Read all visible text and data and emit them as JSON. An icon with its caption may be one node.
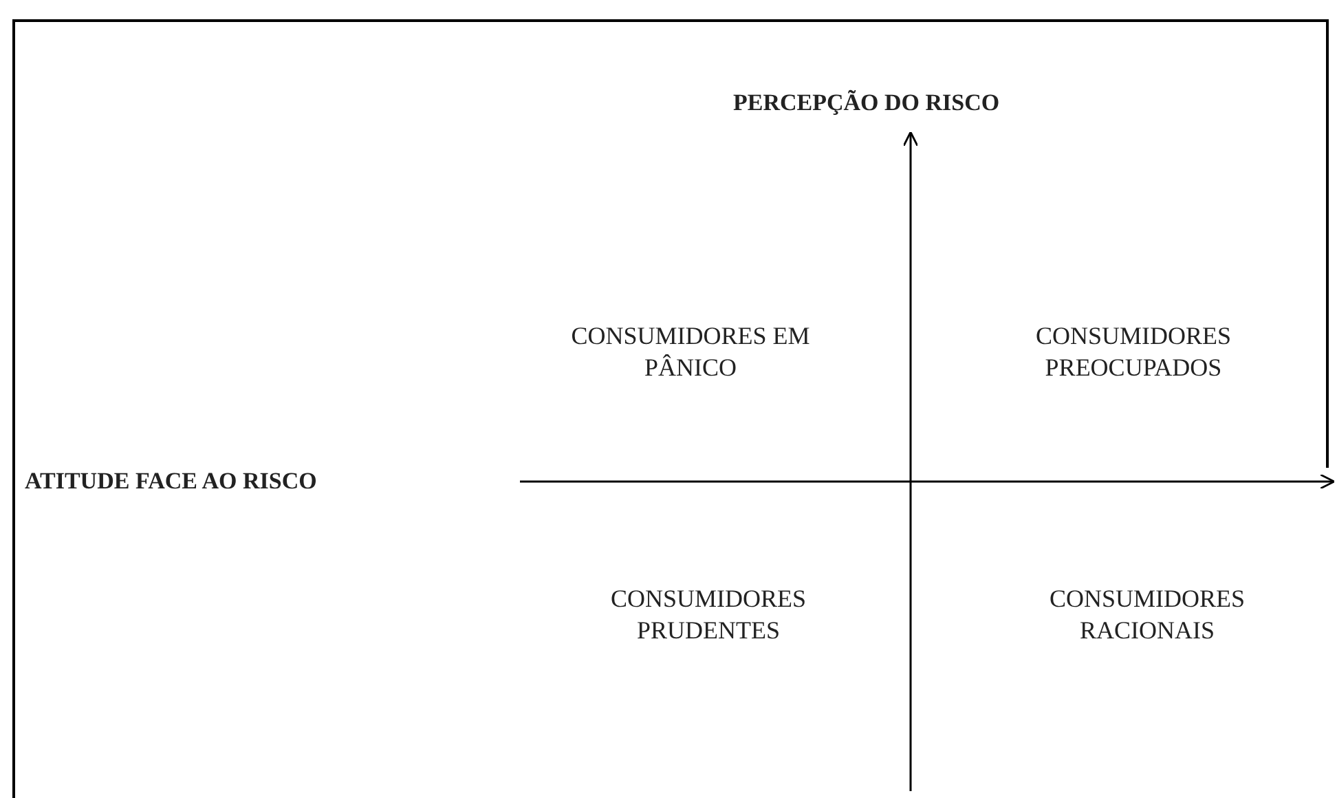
{
  "diagram": {
    "labels": [
      "PERCEPÇÃO DO RISCO",
      "CONSUMIDORES EM PÂNICO",
      "CONSUMIDORES PREOCUPADOS",
      "ATITUDE FACE AO RISCO",
      "CONSUMIDORES PRUDENTES",
      "CONSUMIDORES RACIONAIS"
    ]
  }
}
